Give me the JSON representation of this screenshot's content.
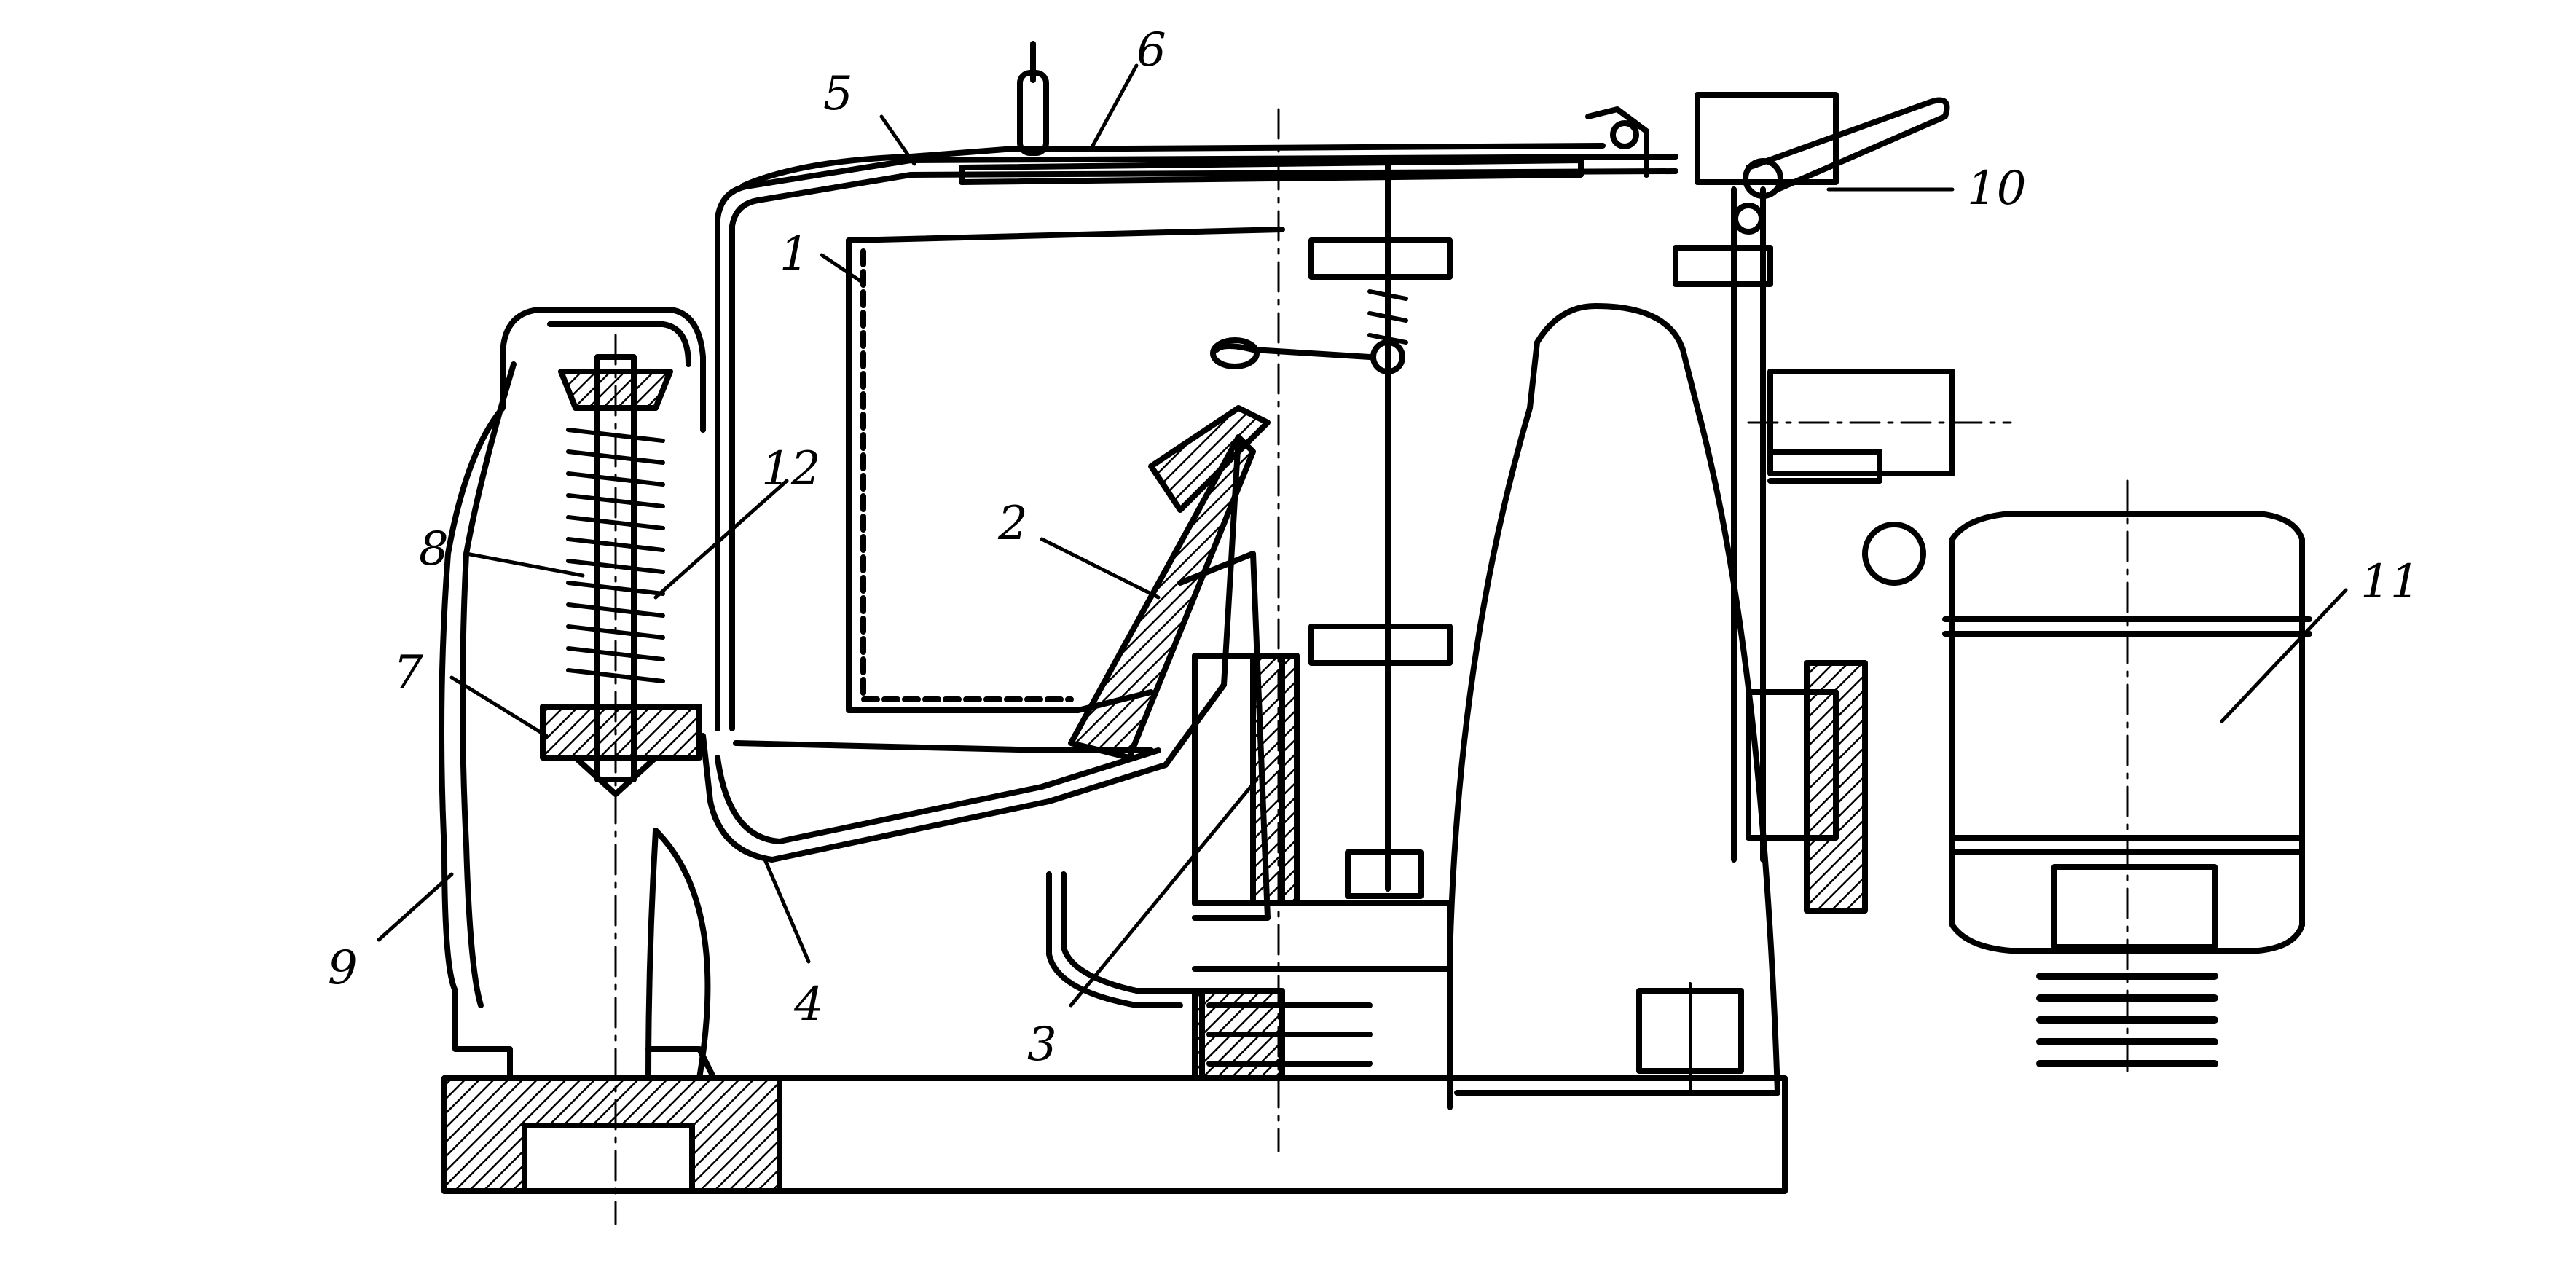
{
  "diagram": {
    "style": "line-drawing-technical-section",
    "ink_color": "#000000",
    "background_color": "#ffffff",
    "part_labels": {
      "p1": "1",
      "p2": "2",
      "p3": "3",
      "p4": "4",
      "p5": "5",
      "p6": "6",
      "p7": "7",
      "p8": "8",
      "p9": "9",
      "p10": "10",
      "p11": "11",
      "p12": "12"
    }
  }
}
